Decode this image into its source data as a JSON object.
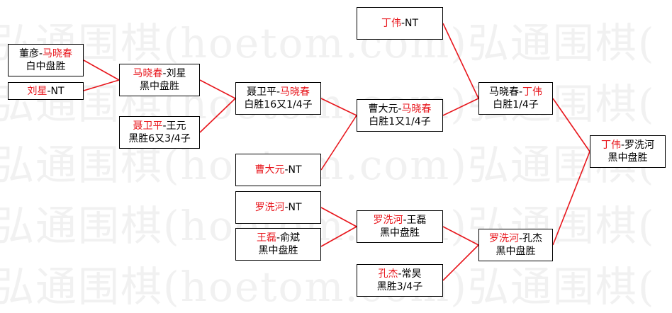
{
  "watermark": {
    "text": "弘通围棋(hoetom.com)弘通围棋(",
    "color": "#f1f1f1"
  },
  "colors": {
    "highlight": "#e8161c",
    "connector": "#e8161c",
    "border": "#000000"
  },
  "matches": {
    "r1_m1": {
      "a": "董彦",
      "b": "马晓春",
      "winner": "b",
      "result": "白中盘胜"
    },
    "r1_m2": {
      "a": "刘星",
      "b": "NT",
      "winner": "a",
      "result": ""
    },
    "r1_m3": {
      "a": "聂卫平",
      "b": "王元",
      "winner": "a",
      "result": "黑胜6又3/4子"
    },
    "r1_m4": {
      "a": "曹大元",
      "b": "NT",
      "winner": "a",
      "result": ""
    },
    "r1_m5": {
      "a": "罗洗河",
      "b": "NT",
      "winner": "a",
      "result": ""
    },
    "r1_m6": {
      "a": "王磊",
      "b": "俞斌",
      "winner": "a",
      "result": "黑中盘胜"
    },
    "r1_m7": {
      "a": "孔杰",
      "b": "常昊",
      "winner": "a",
      "result": "黑胜3/4子"
    },
    "r1_m8": {
      "a": "丁伟",
      "b": "NT",
      "winner": "a",
      "result": ""
    },
    "r2_m1": {
      "a": "马晓春",
      "b": "刘星",
      "winner": "a",
      "result": "黑中盘胜"
    },
    "r2_m2": {
      "a": "罗洗河",
      "b": "王磊",
      "winner": "a",
      "result": "黑中盘胜"
    },
    "r3_m1": {
      "a": "聂卫平",
      "b": "马晓春",
      "winner": "b",
      "result": "白胜16又1/4子"
    },
    "r4_m1": {
      "a": "曹大元",
      "b": "马晓春",
      "winner": "b",
      "result": "白胜1又1/4子"
    },
    "r4_m2": {
      "a": "罗洗河",
      "b": "孔杰",
      "winner": "a",
      "result": "黑中盘胜"
    },
    "r5_m1": {
      "a": "马晓春",
      "b": "丁伟",
      "winner": "b",
      "result": "白胜1/4子"
    },
    "final": {
      "a": "丁伟",
      "b": "罗洗河",
      "winner": "a",
      "result": "黑中盘胜"
    }
  }
}
